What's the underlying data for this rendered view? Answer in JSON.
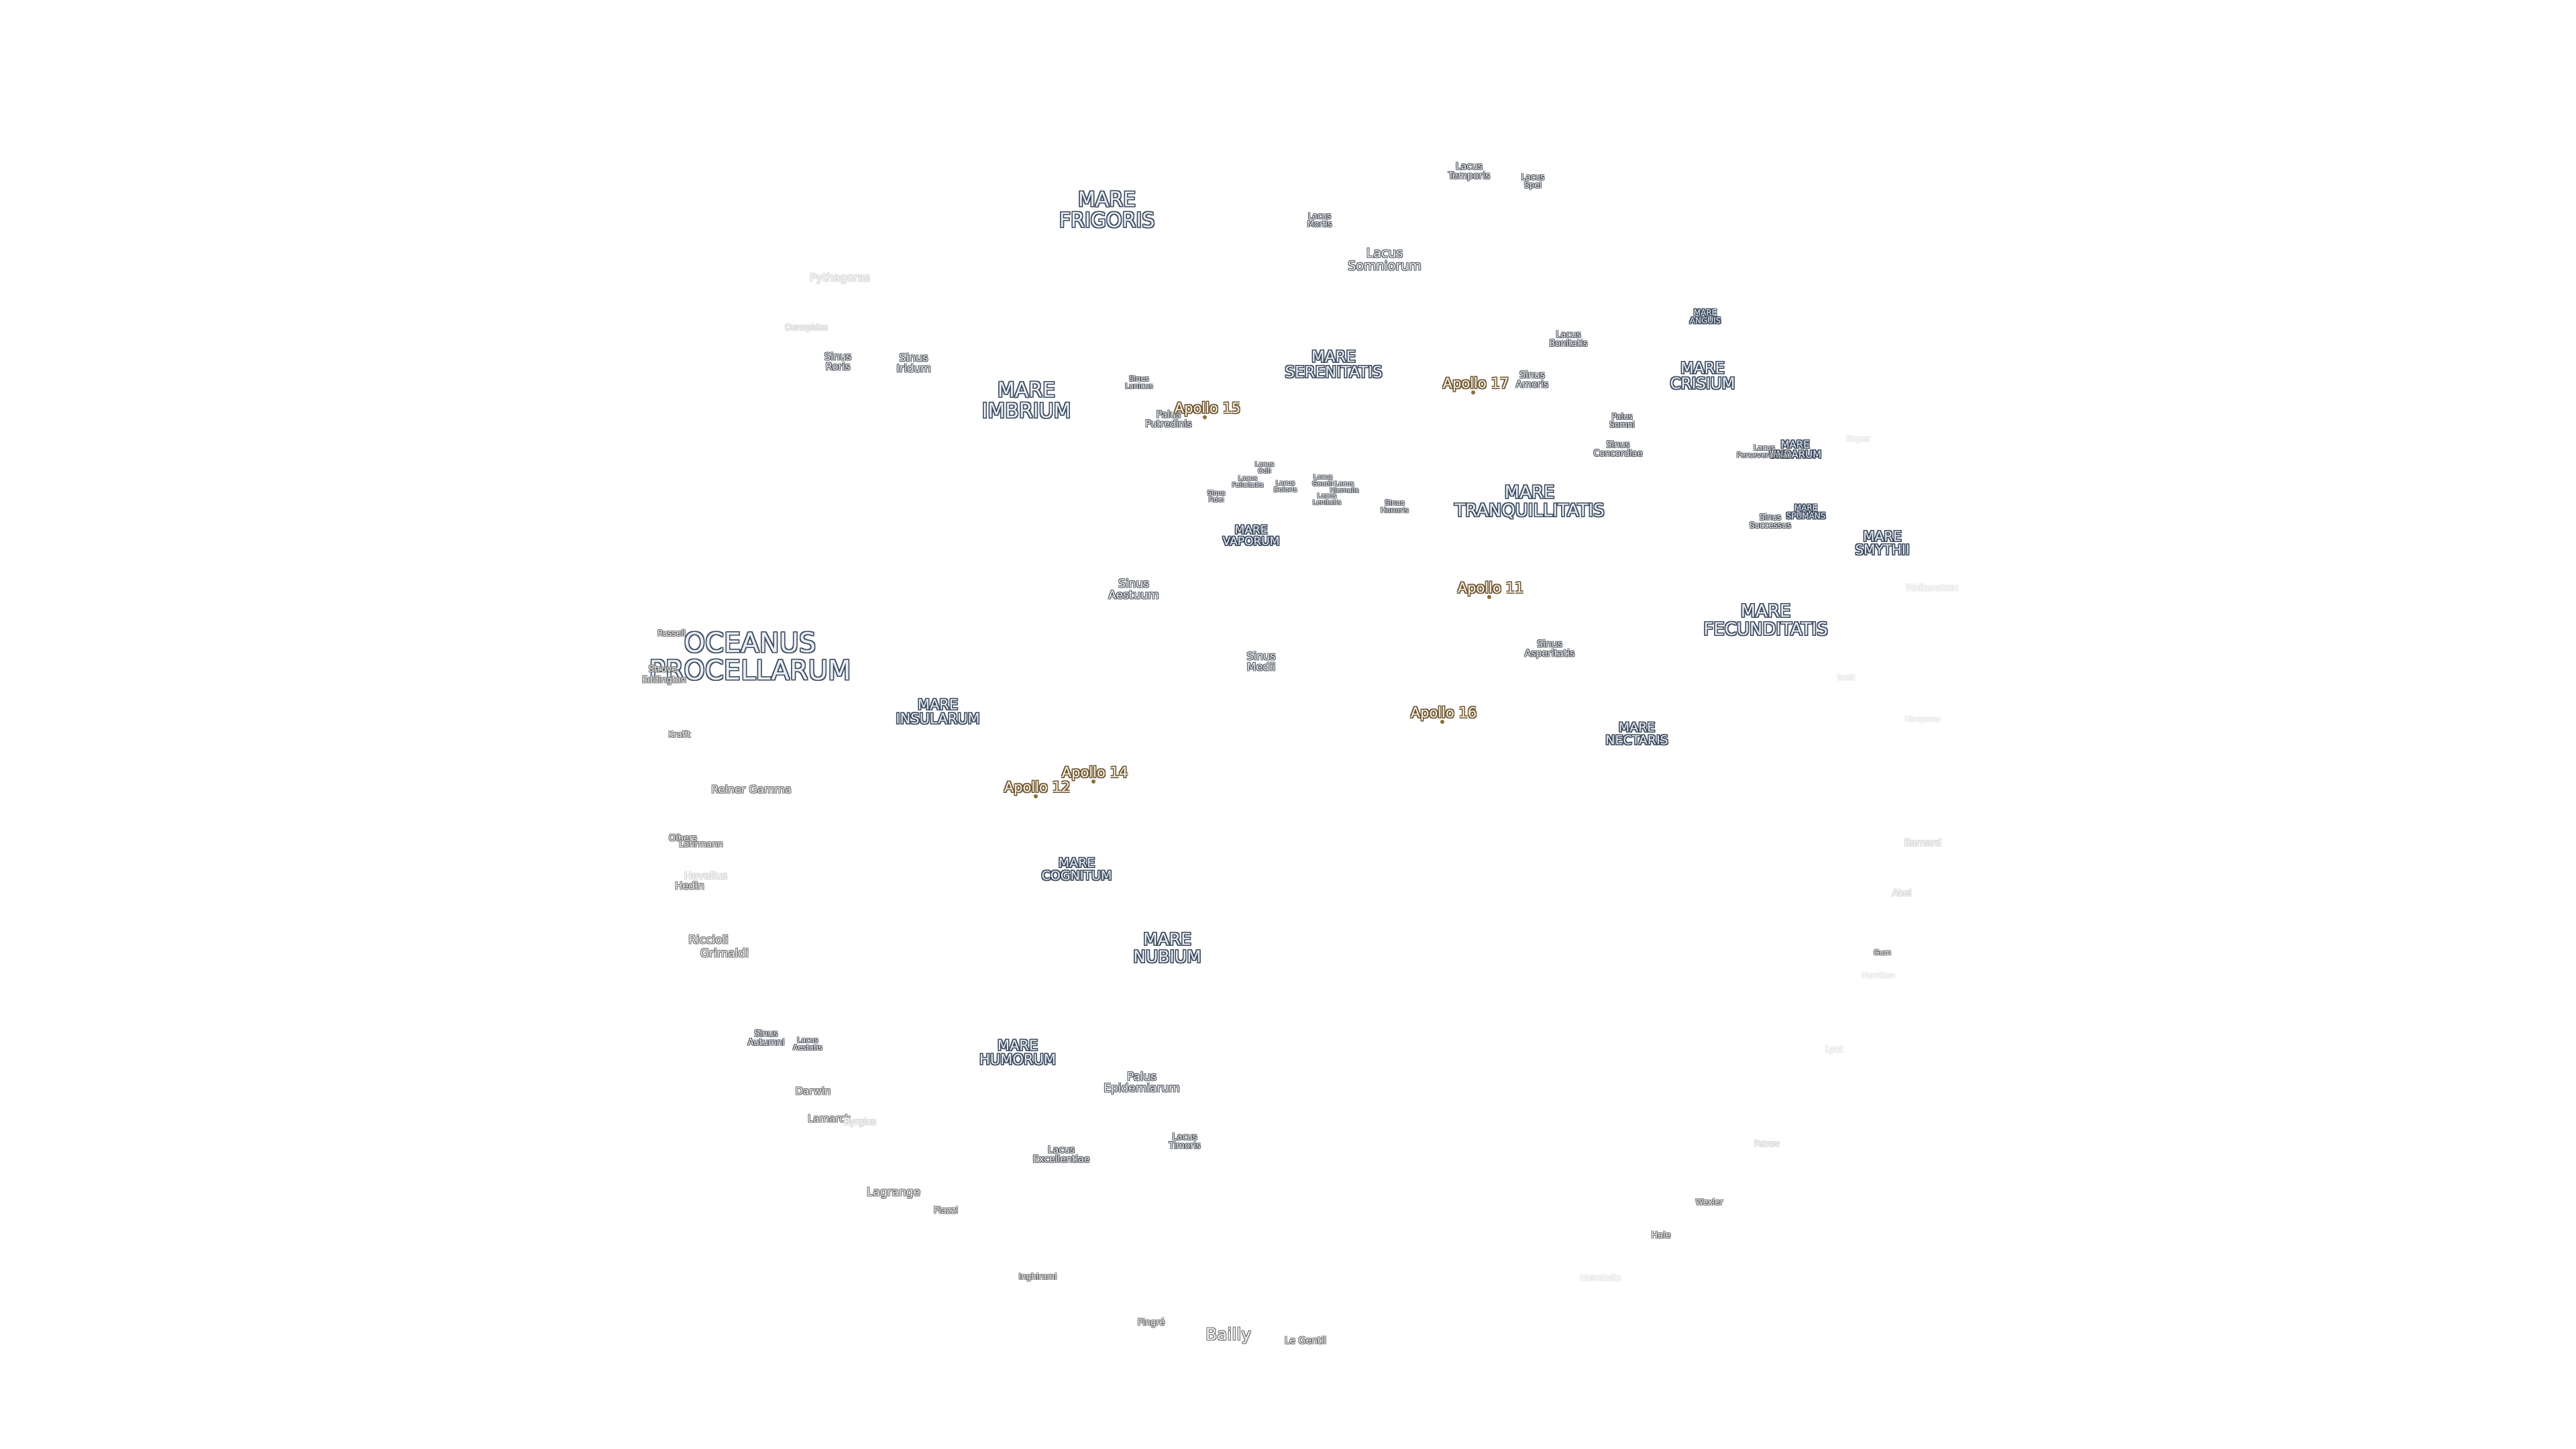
{
  "colors": {
    "background": "#ffffff",
    "sea_fill": "#e8eef6",
    "sea_outline": "#3c4a5c",
    "apollo_fill": "#fff3dc",
    "apollo_outline": "#6b5638",
    "apollo_dot": "#8a6d3b",
    "crater_outline": "#6a6a6a"
  },
  "maria": [
    {
      "id": "mare-frigoris",
      "label": "MARE\nFRIGORIS"
    },
    {
      "id": "mare-imbrium",
      "label": "MARE\nIMBRIUM"
    },
    {
      "id": "mare-serenitatis",
      "label": "MARE\nSERENITATIS"
    },
    {
      "id": "mare-crisium",
      "label": "MARE\nCRISIUM"
    },
    {
      "id": "mare-anguis",
      "label": "MARE\nANGUIS"
    },
    {
      "id": "mare-undarum",
      "label": "MARE\nUNDARUM"
    },
    {
      "id": "mare-spumans",
      "label": "MARE\nSPUMANS"
    },
    {
      "id": "mare-tranquillitatis",
      "label": "MARE\nTRANQUILLITATIS"
    },
    {
      "id": "mare-smythii",
      "label": "MARE\nSMYTHII"
    },
    {
      "id": "mare-vaporum",
      "label": "MARE\nVAPORUM"
    },
    {
      "id": "mare-fecunditatis",
      "label": "MARE\nFECUNDITATIS"
    },
    {
      "id": "oceanus-procellarum",
      "label": "OCEANUS\nPROCELLARUM"
    },
    {
      "id": "mare-insularum",
      "label": "MARE\nINSULARUM"
    },
    {
      "id": "mare-nectaris",
      "label": "MARE\nNECTARIS"
    },
    {
      "id": "mare-cognitum",
      "label": "MARE\nCOGNITUM"
    },
    {
      "id": "mare-nubium",
      "label": "MARE\nNUBIUM"
    },
    {
      "id": "mare-humorum",
      "label": "MARE\nHUMORUM"
    }
  ],
  "minor_features": [
    {
      "id": "lacus-temporis",
      "label": "Lacus\nTemporis"
    },
    {
      "id": "lacus-spei",
      "label": "Lacus\nSpei"
    },
    {
      "id": "lacus-mortis",
      "label": "Lacus\nMortis"
    },
    {
      "id": "lacus-somniorum",
      "label": "Lacus\nSomniorum"
    },
    {
      "id": "sinus-roris",
      "label": "Sinus\nRoris"
    },
    {
      "id": "sinus-iridum",
      "label": "Sinus\nIridum"
    },
    {
      "id": "sinus-lunicus",
      "label": "Sinus\nLunicus"
    },
    {
      "id": "palus-putredinis",
      "label": "Palus\nPutredinis"
    },
    {
      "id": "lacus-bonitatis",
      "label": "Lacus\nBonitatis"
    },
    {
      "id": "sinus-amoris",
      "label": "Sinus\nAmoris"
    },
    {
      "id": "palus-somni",
      "label": "Palus\nSomni"
    },
    {
      "id": "sinus-concordiae",
      "label": "Sinus\nConcordiae"
    },
    {
      "id": "lacus-perseverantiae",
      "label": "Lacus\nPerseverantiae"
    },
    {
      "id": "sinus-successus",
      "label": "Sinus\nSuccessus"
    },
    {
      "id": "lacus-odii",
      "label": "Lacus\nOdii"
    },
    {
      "id": "lacus-felicitatis",
      "label": "Lacus\nFelicitatis"
    },
    {
      "id": "lacus-doloris",
      "label": "Lacus\nDoloris"
    },
    {
      "id": "lacus-gaudii",
      "label": "Lacus\nGaudii"
    },
    {
      "id": "lacus-hiemalis",
      "label": "Lacus\nHiemalis"
    },
    {
      "id": "lacus-lenitatis",
      "label": "Lacus\nLenitatis"
    },
    {
      "id": "sinus-fidei",
      "label": "Sinus\nFidei"
    },
    {
      "id": "sinus-honoris",
      "label": "Sinus\nHonoris"
    },
    {
      "id": "sinus-aestuum",
      "label": "Sinus\nAestuum"
    },
    {
      "id": "sinus-medii",
      "label": "Sinus\nMedii"
    },
    {
      "id": "sinus-asperitatis",
      "label": "Sinus\nAsperitatis"
    },
    {
      "id": "palus-epidemiarum",
      "label": "Palus\nEpidemiarum"
    },
    {
      "id": "lacus-excellentiae",
      "label": "Lacus\nExcellentiae"
    },
    {
      "id": "lacus-timoris",
      "label": "Lacus\nTimoris"
    },
    {
      "id": "sinus-autumni",
      "label": "Sinus\nAutumni"
    },
    {
      "id": "lacus-aestatis",
      "label": "Lacus\nAestatis"
    }
  ],
  "apollo_sites": [
    {
      "id": "apollo-15",
      "label": "Apollo 15"
    },
    {
      "id": "apollo-17",
      "label": "Apollo 17"
    },
    {
      "id": "apollo-11",
      "label": "Apollo 11"
    },
    {
      "id": "apollo-16",
      "label": "Apollo 16"
    },
    {
      "id": "apollo-14",
      "label": "Apollo 14"
    },
    {
      "id": "apollo-12",
      "label": "Apollo 12"
    }
  ],
  "craters": [
    {
      "id": "pythagoras",
      "label": "Pythagoras"
    },
    {
      "id": "oenopides",
      "label": "Oenopides"
    },
    {
      "id": "russell",
      "label": "Russell"
    },
    {
      "id": "struve",
      "label": "Struve"
    },
    {
      "id": "eddington",
      "label": "Eddington"
    },
    {
      "id": "krafft",
      "label": "Krafft"
    },
    {
      "id": "reiner-gamma",
      "label": "Reiner Gamma"
    },
    {
      "id": "olbers",
      "label": "Olbers"
    },
    {
      "id": "lohrmann",
      "label": "Lohrmann"
    },
    {
      "id": "hevelius",
      "label": "Hevelius"
    },
    {
      "id": "hedin",
      "label": "Hedin"
    },
    {
      "id": "riccioli",
      "label": "Riccioli"
    },
    {
      "id": "grimaldi",
      "label": "Grimaldi"
    },
    {
      "id": "darwin",
      "label": "Darwin"
    },
    {
      "id": "lamarck",
      "label": "Lamarck"
    },
    {
      "id": "byrgius",
      "label": "Byrgius"
    },
    {
      "id": "lagrange",
      "label": "Lagrange"
    },
    {
      "id": "piazzi",
      "label": "Piazzi"
    },
    {
      "id": "inghirami",
      "label": "Inghirami"
    },
    {
      "id": "pingre",
      "label": "Pingré"
    },
    {
      "id": "bailly",
      "label": "Bailly"
    },
    {
      "id": "le-gentil",
      "label": "Le Gentil"
    },
    {
      "id": "petrov",
      "label": "Petrov"
    },
    {
      "id": "wexler",
      "label": "Wexler"
    },
    {
      "id": "hale",
      "label": "Hale"
    },
    {
      "id": "gum",
      "label": "Gum"
    },
    {
      "id": "abel",
      "label": "Abel"
    },
    {
      "id": "barnard",
      "label": "Barnard"
    }
  ],
  "faint_craters": [
    {
      "id": "neper",
      "label": "Neper"
    },
    {
      "id": "wolkenstein",
      "label": "Wolkenstein"
    },
    {
      "id": "hirayama",
      "label": "Hirayama"
    },
    {
      "id": "lyot",
      "label": "Lyot"
    },
    {
      "id": "hamilton",
      "label": "Hamilton"
    },
    {
      "id": "helmholtz",
      "label": "Helmholtz"
    },
    {
      "id": "swift",
      "label": "Swift"
    }
  ]
}
